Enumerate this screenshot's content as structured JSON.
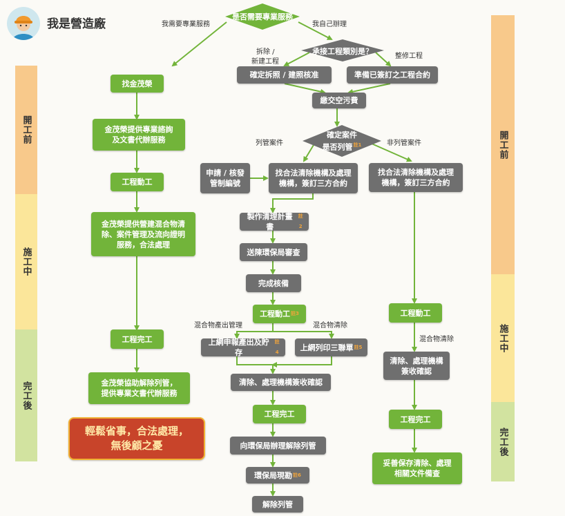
{
  "header": {
    "title": "我是營造廠",
    "avatar_icon": "worker-avatar-icon"
  },
  "phases": {
    "pre": "開工前",
    "mid": "施工中",
    "post": "完工後"
  },
  "decisions": {
    "need_service": "是否需要專業服務",
    "project_type": "承接工程類別是？",
    "listed": {
      "line1": "確定案件",
      "line2": "是否列管",
      "note": "註1"
    }
  },
  "branch_labels": {
    "need": "我需要專業服務",
    "self": "我自己辦理",
    "demo_line1": "拆除 /",
    "demo_line2": "新建工程",
    "repair": "整修工程",
    "listed": "列管案件",
    "unlisted": "非列管案件",
    "mix_output": "混合物產出管理",
    "mix_clear": "混合物清除",
    "mix_clear_right": "混合物清除"
  },
  "left_column": {
    "find": "找金茂榮",
    "consult_line1": "金茂榮提供專業諮詢",
    "consult_line2": "及文書代辦服務",
    "start": "工程動工",
    "service_line1": "金茂榮提供營建混合物清",
    "service_line2": "除、案件管理及流向證明",
    "service_line3": "服務，合法處理",
    "complete": "工程完工",
    "release_line1": "金茂榮協助解除列管，",
    "release_line2": "提供專業文書代辦服務",
    "slogan_line1": "輕鬆省事，合法處理，",
    "slogan_line2": "無後顧之憂"
  },
  "middle_column": {
    "permit": "確定拆照 / 建照核准",
    "contract": "準備已簽訂之工程合約",
    "fee": "繳交空污費",
    "apply_line1": "申請 / 核發",
    "apply_line2": "管制編號",
    "find_org_line1": "找合法清除機構及處理",
    "find_org_line2": "機構，簽訂三方合約",
    "plan": "製作清理計畫書",
    "plan_note": "註2",
    "submit": "送陳環保局審查",
    "approve": "完成核備",
    "start": "工程動工",
    "start_note": "註3",
    "report": "上網申報產出及貯存",
    "report_note": "註4",
    "print": "上網列印三聯單",
    "print_note": "註5",
    "sign": "清除、處理機構簽收確認",
    "complete": "工程完工",
    "apply_release": "向環保局辦理解除列管",
    "inspect": "環保局現勘",
    "inspect_note": "註6",
    "released": "解除列管"
  },
  "right_column": {
    "find_org_line1": "找合法清除機構及處理",
    "find_org_line2": "機構，簽訂三方合約",
    "start": "工程動工",
    "sign_line1": "清除、處理機構",
    "sign_line2": "簽收確認",
    "complete": "工程完工",
    "keep_line1": "妥善保存清除、處理",
    "keep_line2": "相關文件備查"
  },
  "colors": {
    "green": "#72b43a",
    "gray": "#6f6f6f",
    "pre_phase": "#f8c98b",
    "mid_phase": "#fbe69a",
    "post_phase": "#d2e3a0",
    "slogan_bg": "#c8442a",
    "slogan_border": "#f1b233"
  }
}
